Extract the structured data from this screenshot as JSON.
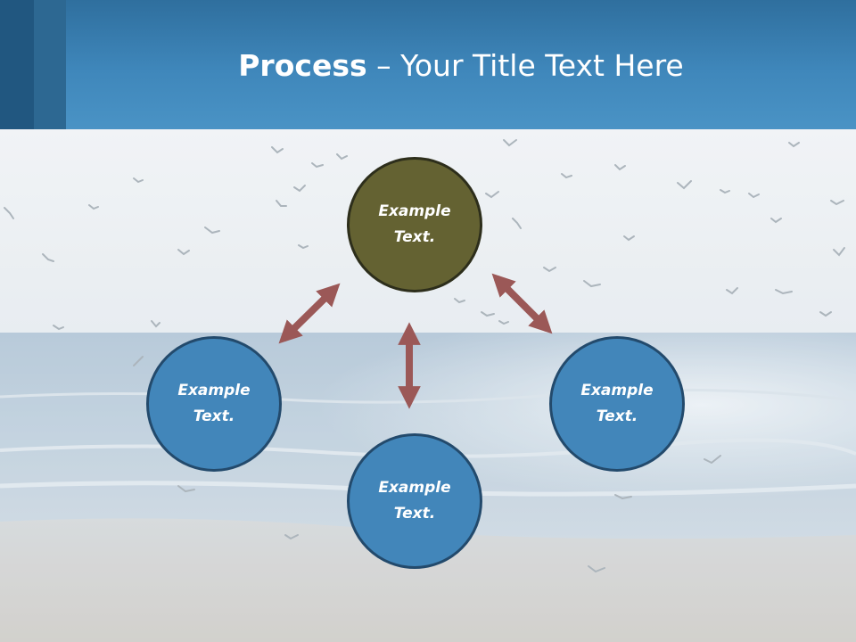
{
  "title": {
    "bold": "Process",
    "rest": " – Your Title Text Here"
  },
  "diagram": {
    "nodes": [
      {
        "id": "top",
        "line1": "Example",
        "line2": "Text."
      },
      {
        "id": "left",
        "line1": "Example",
        "line2": "Text."
      },
      {
        "id": "right",
        "line1": "Example",
        "line2": "Text."
      },
      {
        "id": "bottom",
        "line1": "Example",
        "line2": "Text."
      }
    ]
  },
  "colors": {
    "header": "#3f87bb",
    "node_blue": "#4286ba",
    "node_olive": "#646232",
    "arrow": "#9b5857"
  }
}
